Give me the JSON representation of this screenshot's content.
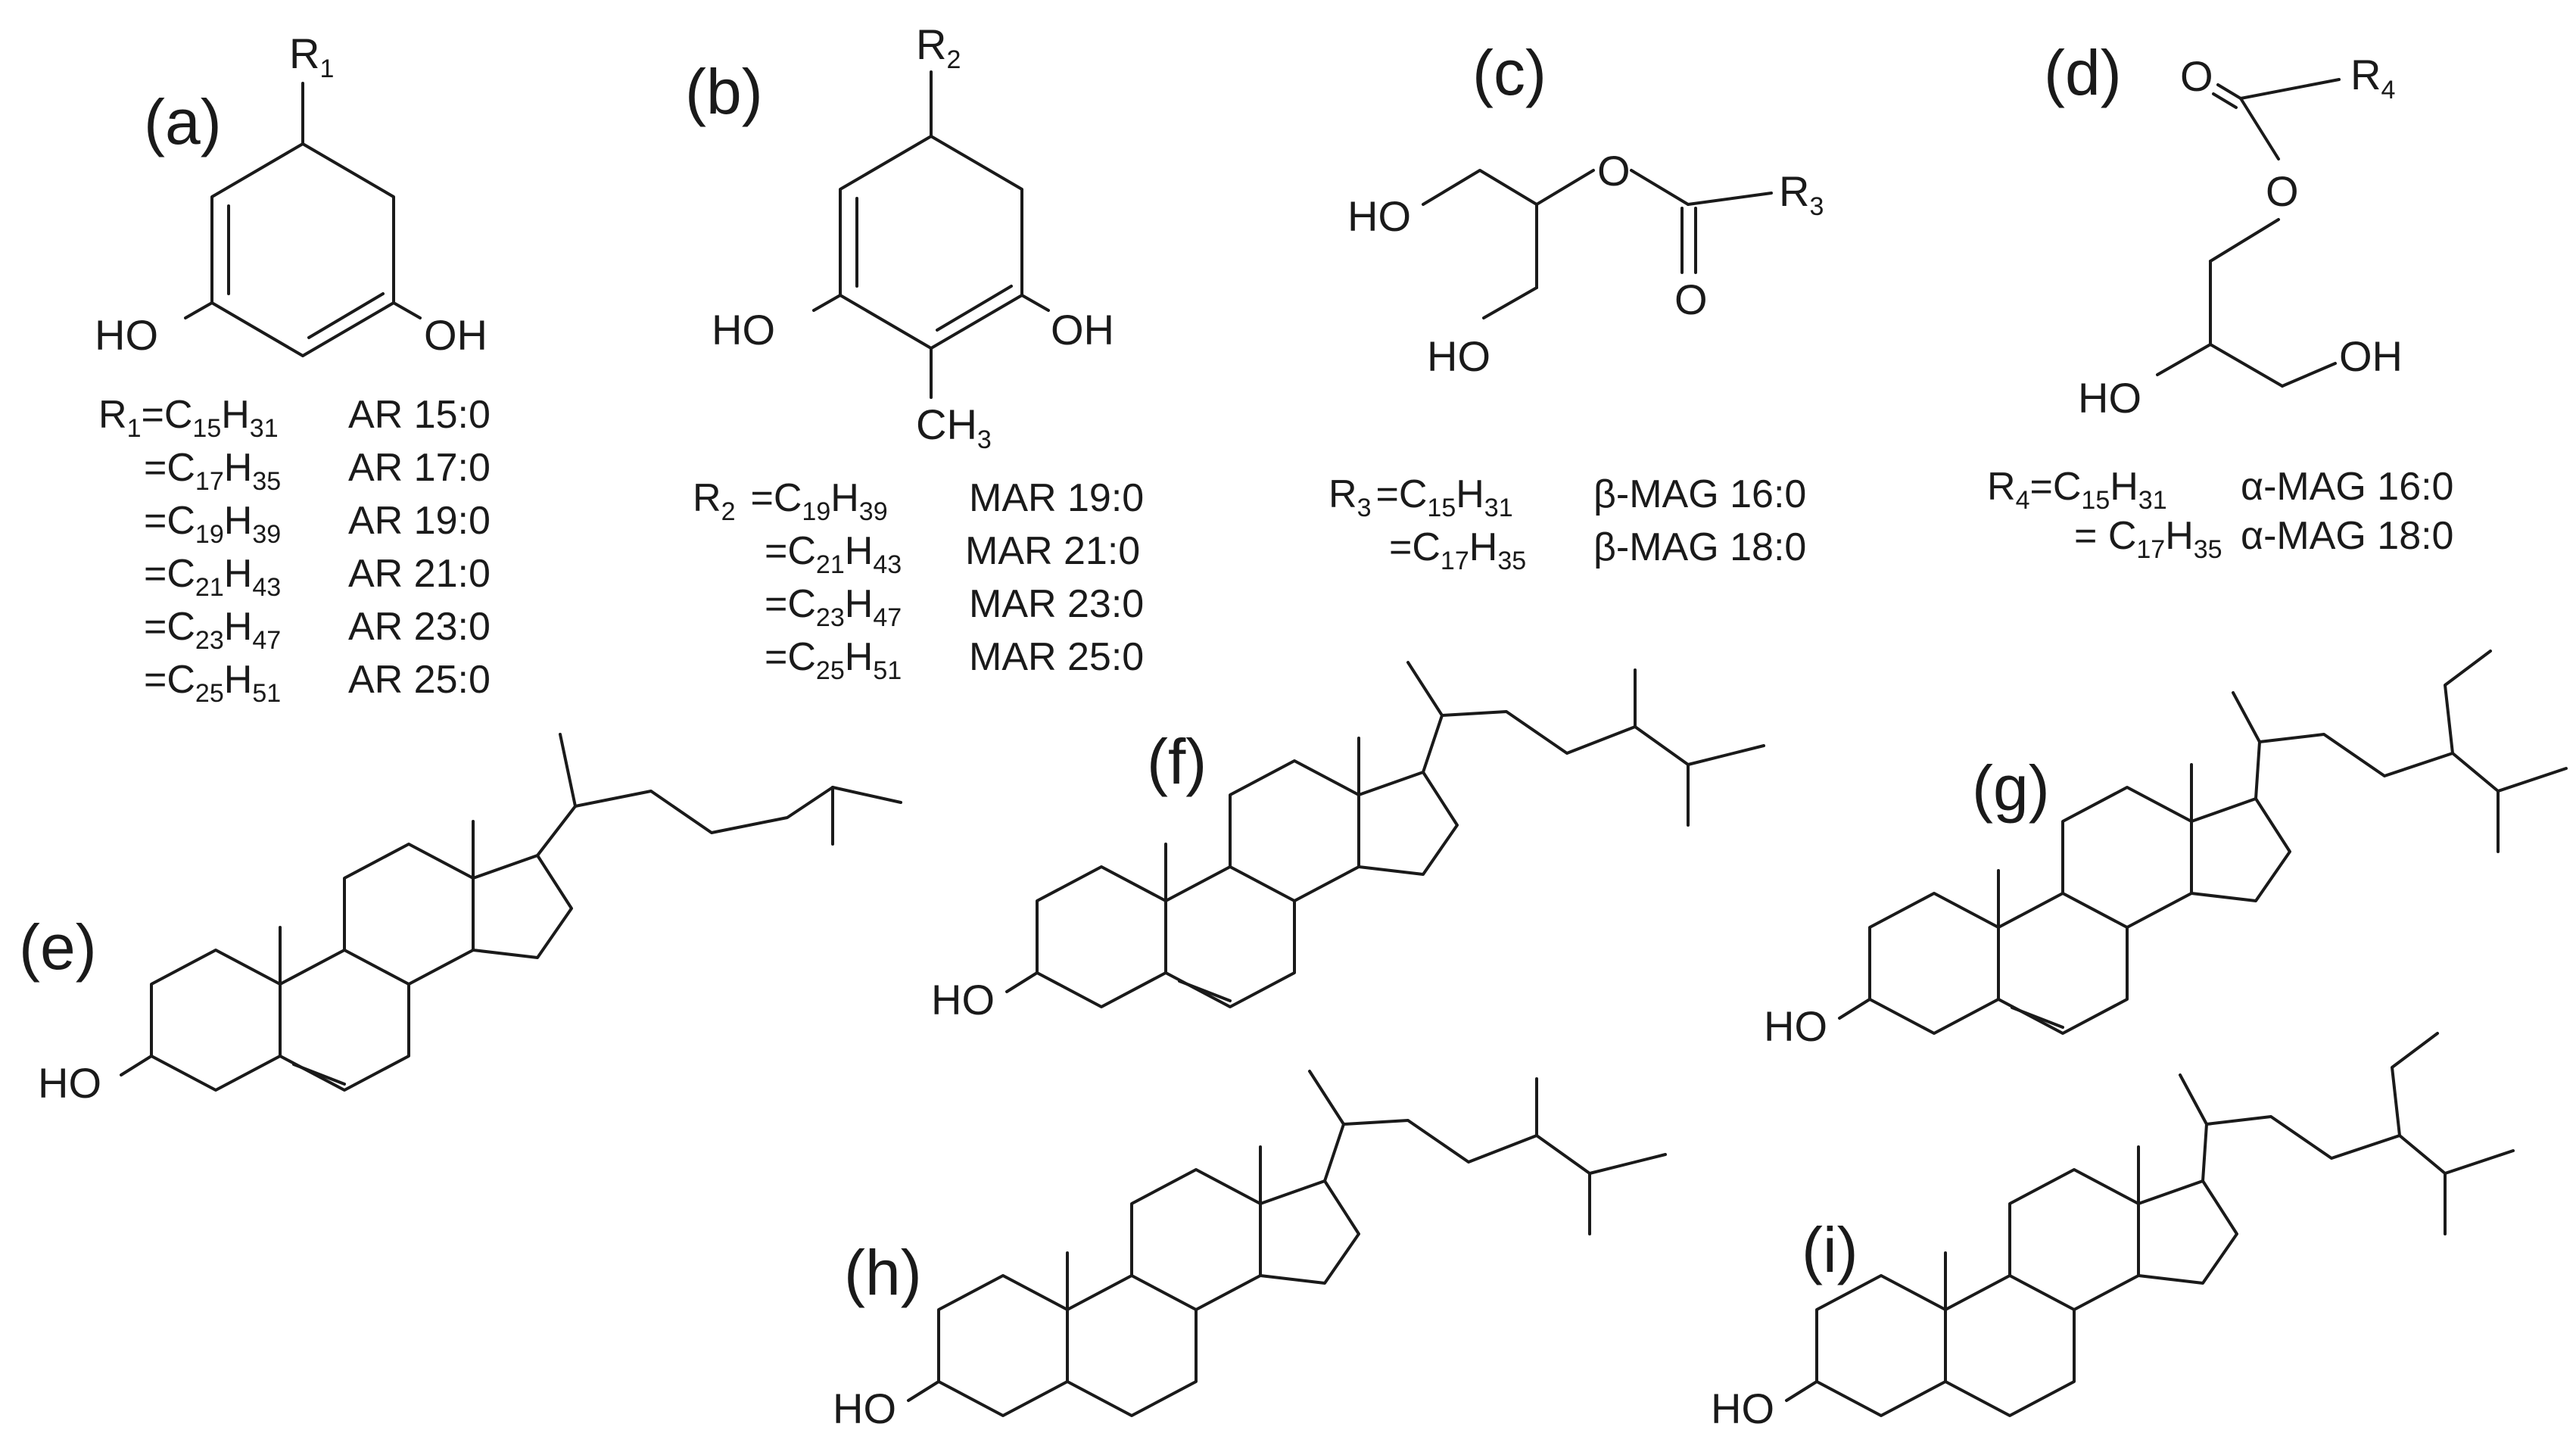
{
  "panel_labels": {
    "a": "(a)",
    "b": "(b)",
    "c": "(c)",
    "d": "(d)",
    "e": "(e)",
    "f": "(f)",
    "g": "(g)",
    "h": "(h)",
    "i": "(i)"
  },
  "atoms": {
    "a_r": "R",
    "a_r_sub": "1",
    "b_r": "R",
    "b_r_sub": "2",
    "c_r": "R",
    "c_r_sub": "3",
    "d_r": "R",
    "d_r_sub": "4",
    "ho": "HO",
    "oh": "OH",
    "o": "O",
    "ch": "CH",
    "ch_sub": "3"
  },
  "rows": {
    "a": [
      {
        "prefix": "R",
        "psub": "1",
        "eq": "=C",
        "c": "15",
        "h": "H",
        "hn": "31",
        "name": "AR 15:0"
      },
      {
        "prefix": "",
        "psub": "",
        "eq": "=C",
        "c": "17",
        "h": "H",
        "hn": "35",
        "name": "AR 17:0"
      },
      {
        "prefix": "",
        "psub": "",
        "eq": "=C",
        "c": "19",
        "h": "H",
        "hn": "39",
        "name": "AR 19:0"
      },
      {
        "prefix": "",
        "psub": "",
        "eq": "=C",
        "c": "21",
        "h": "H",
        "hn": "43",
        "name": "AR 21:0"
      },
      {
        "prefix": "",
        "psub": "",
        "eq": "=C",
        "c": "23",
        "h": "H",
        "hn": "47",
        "name": "AR 23:0"
      },
      {
        "prefix": "",
        "psub": "",
        "eq": "=C",
        "c": "25",
        "h": "H",
        "hn": "51",
        "name": "AR 25:0"
      }
    ],
    "b": [
      {
        "prefix": "R",
        "psub": "2",
        "eq": "=C",
        "c": "19",
        "h": "H",
        "hn": "39",
        "name": "MAR 19:0"
      },
      {
        "prefix": "",
        "psub": "",
        "eq": "=C",
        "c": "21",
        "h": "H",
        "hn": "43",
        "name": "MAR 21:0"
      },
      {
        "prefix": "",
        "psub": "",
        "eq": "=C",
        "c": "23",
        "h": "H",
        "hn": "47",
        "name": "MAR 23:0"
      },
      {
        "prefix": "",
        "psub": "",
        "eq": "=C",
        "c": "25",
        "h": "H",
        "hn": "51",
        "name": "MAR 25:0"
      }
    ],
    "c": [
      {
        "prefix": "R",
        "psub": "3",
        "eq": "=C",
        "c": "15",
        "h": "H",
        "hn": "31",
        "name": "β-MAG 16:0"
      },
      {
        "prefix": "",
        "psub": "",
        "eq": "=C",
        "c": "17",
        "h": "H",
        "hn": "35",
        "name": "β-MAG 18:0"
      }
    ],
    "d": [
      {
        "prefix": "R",
        "psub": "4",
        "eq": "=C",
        "c": "15",
        "h": "H",
        "hn": "31",
        "name": "α-MAG 16:0"
      },
      {
        "prefix": "",
        "psub": "",
        "eq": "= C",
        "c": "17",
        "h": "H",
        "hn": "35",
        "name": "α-MAG 18:0"
      }
    ]
  }
}
